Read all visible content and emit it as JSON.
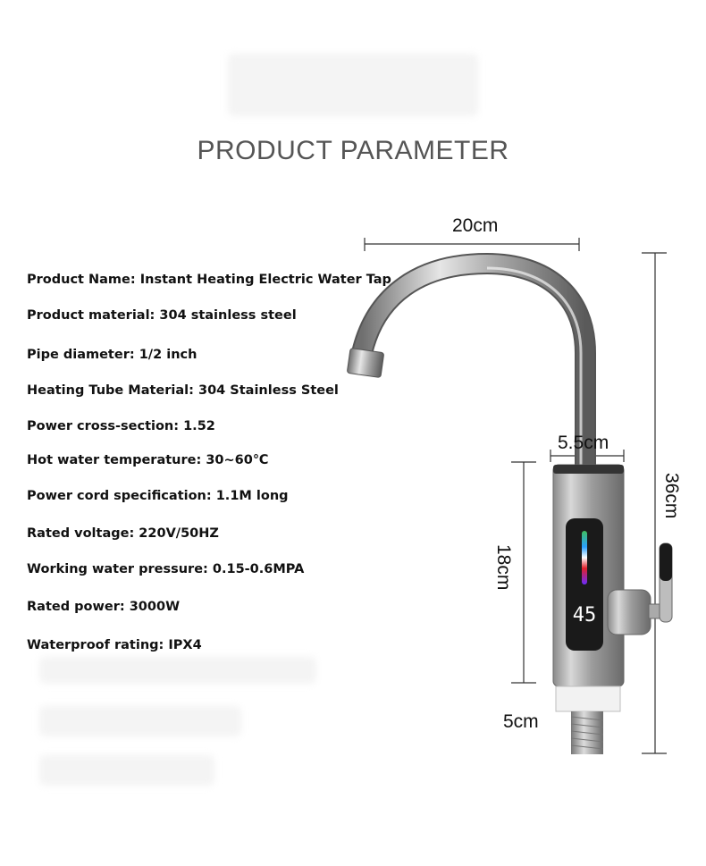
{
  "title": "PRODUCT PARAMETER",
  "specs": [
    "Product Name: Instant Heating Electric Water Tap",
    "Product material: 304 stainless steel",
    "Pipe diameter: 1/2 inch",
    "Heating Tube Material: 304 Stainless Steel",
    "Power cross-section: 1.52",
    "Hot water temperature: 30~60℃",
    "Power cord specification: 1.1M long",
    "Rated voltage: 220V/50HZ",
    "Working water pressure: 0.15-0.6MPA",
    "Rated power: 3000W",
    "Waterproof rating: IPX4"
  ],
  "dimensions": {
    "width": "20cm",
    "body_width": "5.5cm",
    "total_height": "36cm",
    "body_height": "18cm",
    "thread_length": "5cm"
  },
  "display": {
    "temperature": "45"
  },
  "colors": {
    "title": "#555555",
    "steel": "#9a9a9a",
    "display_bg": "#1a1a1a"
  }
}
